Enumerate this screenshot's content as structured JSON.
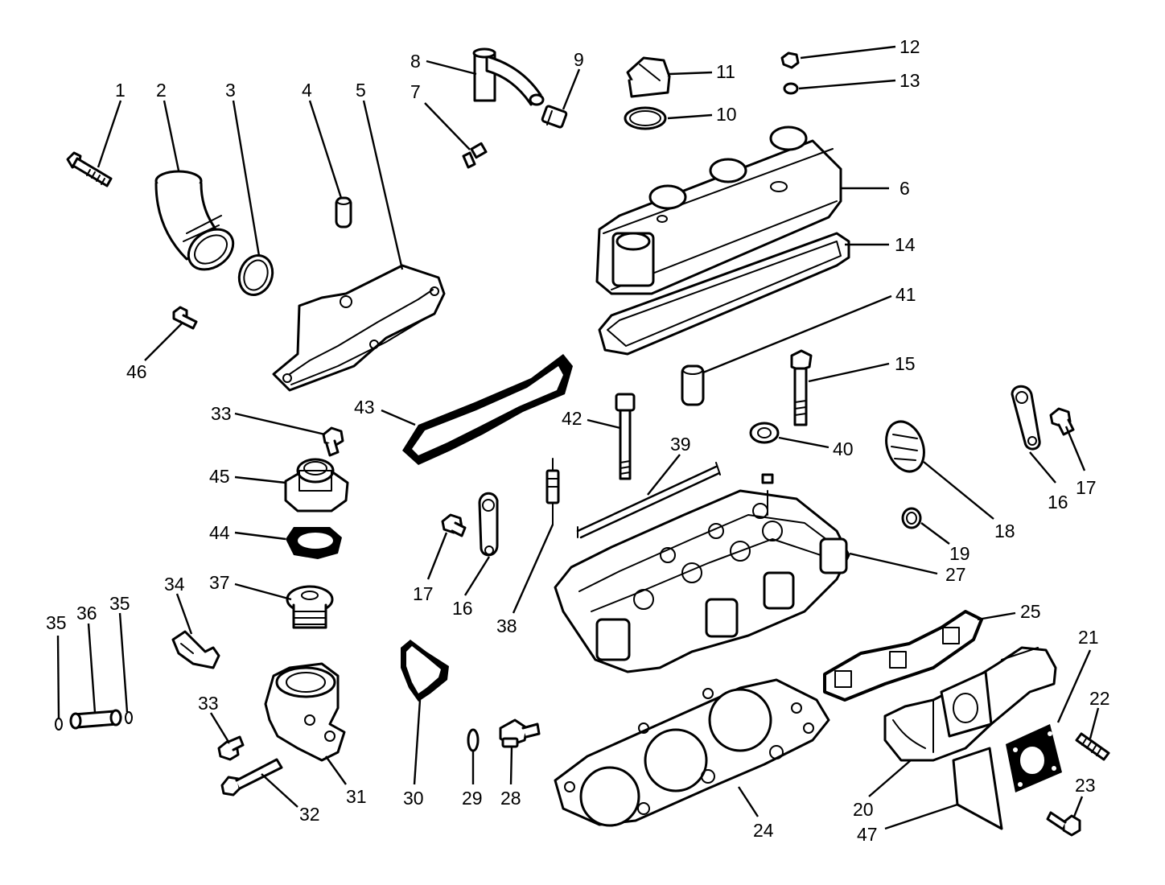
{
  "callouts": [
    {
      "label": "1"
    },
    {
      "label": "2"
    },
    {
      "label": "3"
    },
    {
      "label": "4"
    },
    {
      "label": "5"
    },
    {
      "label": "6"
    },
    {
      "label": "7"
    },
    {
      "label": "8"
    },
    {
      "label": "9"
    },
    {
      "label": "10"
    },
    {
      "label": "11"
    },
    {
      "label": "12"
    },
    {
      "label": "13"
    },
    {
      "label": "14"
    },
    {
      "label": "15"
    },
    {
      "label": "16"
    },
    {
      "label": "16"
    },
    {
      "label": "17"
    },
    {
      "label": "17"
    },
    {
      "label": "18"
    },
    {
      "label": "19"
    },
    {
      "label": "20"
    },
    {
      "label": "21"
    },
    {
      "label": "22"
    },
    {
      "label": "23"
    },
    {
      "label": "24"
    },
    {
      "label": "25"
    },
    {
      "label": "27"
    },
    {
      "label": "28"
    },
    {
      "label": "29"
    },
    {
      "label": "30"
    },
    {
      "label": "31"
    },
    {
      "label": "32"
    },
    {
      "label": "33"
    },
    {
      "label": "33"
    },
    {
      "label": "34"
    },
    {
      "label": "35"
    },
    {
      "label": "35"
    },
    {
      "label": "36"
    },
    {
      "label": "37"
    },
    {
      "label": "38"
    },
    {
      "label": "39"
    },
    {
      "label": "40"
    },
    {
      "label": "41"
    },
    {
      "label": "42"
    },
    {
      "label": "43"
    },
    {
      "label": "44"
    },
    {
      "label": "45"
    },
    {
      "label": "46"
    },
    {
      "label": "47"
    }
  ]
}
